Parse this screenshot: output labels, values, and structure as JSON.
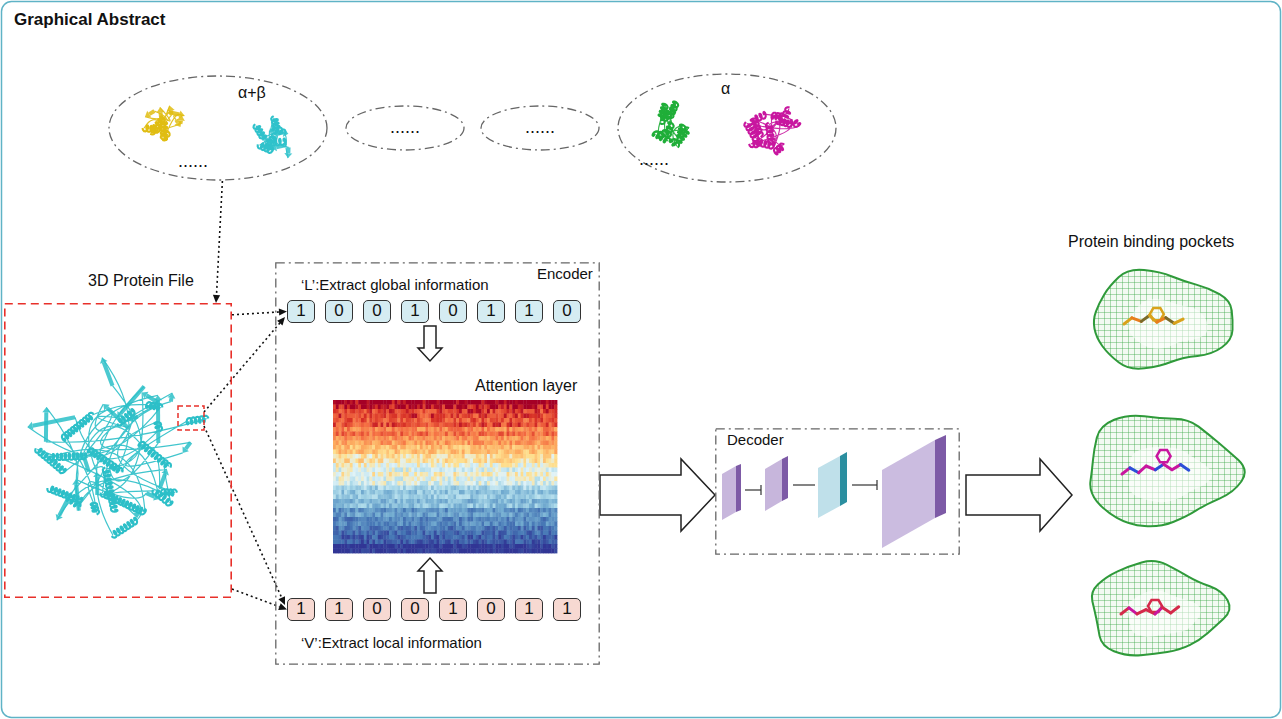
{
  "diagram": {
    "title": "Graphical Abstract",
    "nodes": [
      {
        "text": [
          "α+β",
          "......"
        ]
      },
      {
        "text": [
          "......"
        ]
      },
      {
        "text": [
          "......"
        ]
      },
      {
        "text": [
          "α",
          "......"
        ]
      },
      {
        "text": [
          "3D Protein File"
        ]
      },
      {
        "text": [
          "Encoder",
          "‘L’:Extract global information",
          "Attention layer",
          "‘V’:Extract local information"
        ]
      },
      {
        "text": [
          "1"
        ],
        "in": 5
      },
      {
        "text": [
          "0"
        ],
        "in": 5
      },
      {
        "text": [
          "0"
        ],
        "in": 5
      },
      {
        "text": [
          "1"
        ],
        "in": 5
      },
      {
        "text": [
          "0"
        ],
        "in": 5
      },
      {
        "text": [
          "1"
        ],
        "in": 5
      },
      {
        "text": [
          "1"
        ],
        "in": 5
      },
      {
        "text": [
          "0"
        ],
        "in": 5
      },
      {
        "text": [
          "1"
        ],
        "in": 5
      },
      {
        "text": [
          "1"
        ],
        "in": 5
      },
      {
        "text": [
          "0"
        ],
        "in": 5
      },
      {
        "text": [
          "0"
        ],
        "in": 5
      },
      {
        "text": [
          "1"
        ],
        "in": 5
      },
      {
        "text": [
          "0"
        ],
        "in": 5
      },
      {
        "text": [
          "1"
        ],
        "in": 5
      },
      {
        "text": [
          "1"
        ],
        "in": 5
      },
      {
        "text": [
          "Decoder"
        ]
      }
    ],
    "edges": [
      {
        "from": 0,
        "to": 4,
        "arrow": "to"
      },
      {
        "from": 4,
        "to": 6,
        "arrow": "to"
      },
      {
        "from": 4,
        "to": 14,
        "arrow": "to"
      },
      {
        "from": 5,
        "to": 22,
        "arrow": "to"
      }
    ],
    "labels": [
      "Protein binding pockets"
    ]
  }
}
